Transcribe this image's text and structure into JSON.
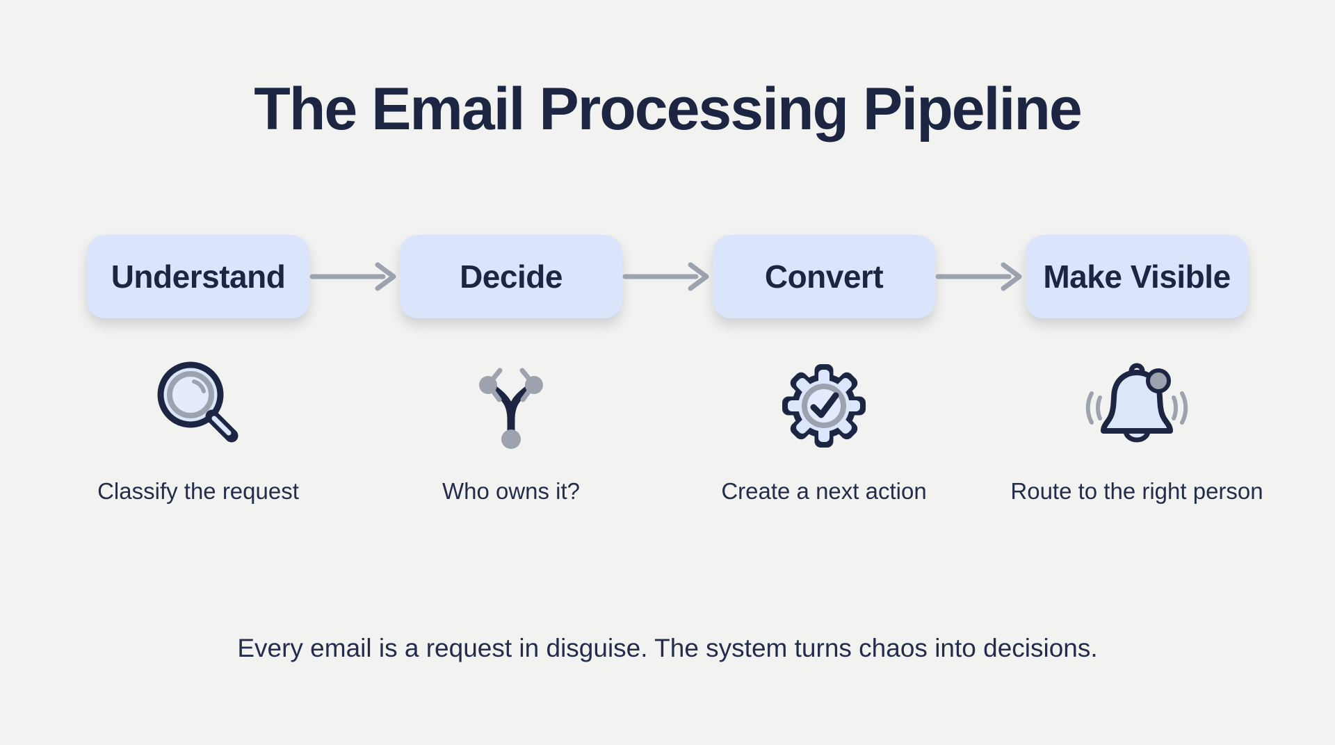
{
  "title": "The Email Processing Pipeline",
  "stages": [
    {
      "label": "Understand",
      "caption": "Classify the request",
      "icon": "search-icon"
    },
    {
      "label": "Decide",
      "caption": "Who owns it?",
      "icon": "branch-icon"
    },
    {
      "label": "Convert",
      "caption": "Create a next action",
      "icon": "gear-check-icon"
    },
    {
      "label": "Make Visible",
      "caption": "Route to the right person",
      "icon": "bell-icon"
    }
  ],
  "footer": "Every email is a request in disguise. The system turns chaos into decisions.",
  "colors": {
    "background": "#F2F2F0",
    "box_fill": "#DAE4FB",
    "heading_text": "#1C2541",
    "body_text": "#232D4B",
    "arrow_gray": "#9CA3AF",
    "icon_fill": "#DCE6FA",
    "icon_outline": "#1C2541",
    "icon_gray": "#9CA3AF"
  }
}
